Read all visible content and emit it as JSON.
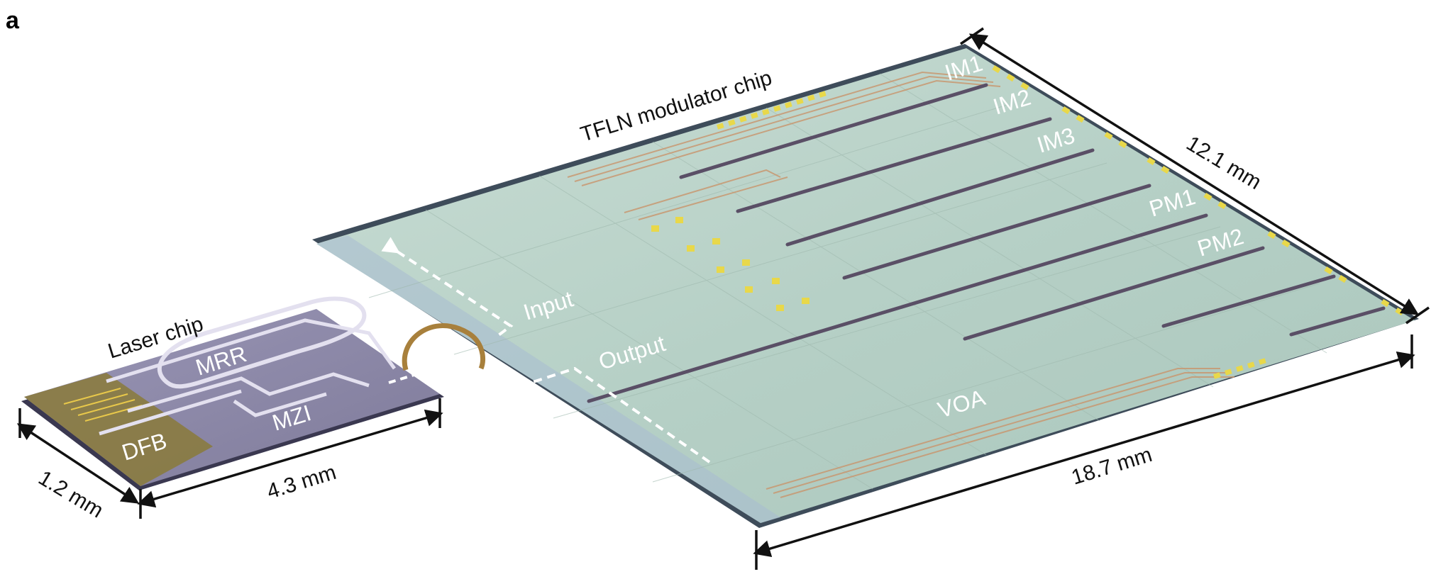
{
  "panel_label": "a",
  "modulator": {
    "title": "TFLN modulator chip",
    "modulators": [
      "IM1",
      "IM2",
      "IM3",
      "PM1",
      "PM2"
    ],
    "voa": "VOA",
    "input_label": "Input",
    "output_label": "Output",
    "width_label": "18.7 mm",
    "depth_label": "12.1 mm"
  },
  "laser": {
    "title": "Laser chip",
    "mrr": "MRR",
    "mzi": "MZI",
    "dfb": "DFB",
    "width_label": "4.3 mm",
    "depth_label": "1.2 mm"
  },
  "colors": {
    "modulator_surface": "#b9d2c9",
    "modulator_edge": "#3e4c5a",
    "laser_surface": "#8d8aa8",
    "bond_wire": "#a8803c",
    "pad": "#e8d84a",
    "electrode": "#5a4f66"
  }
}
